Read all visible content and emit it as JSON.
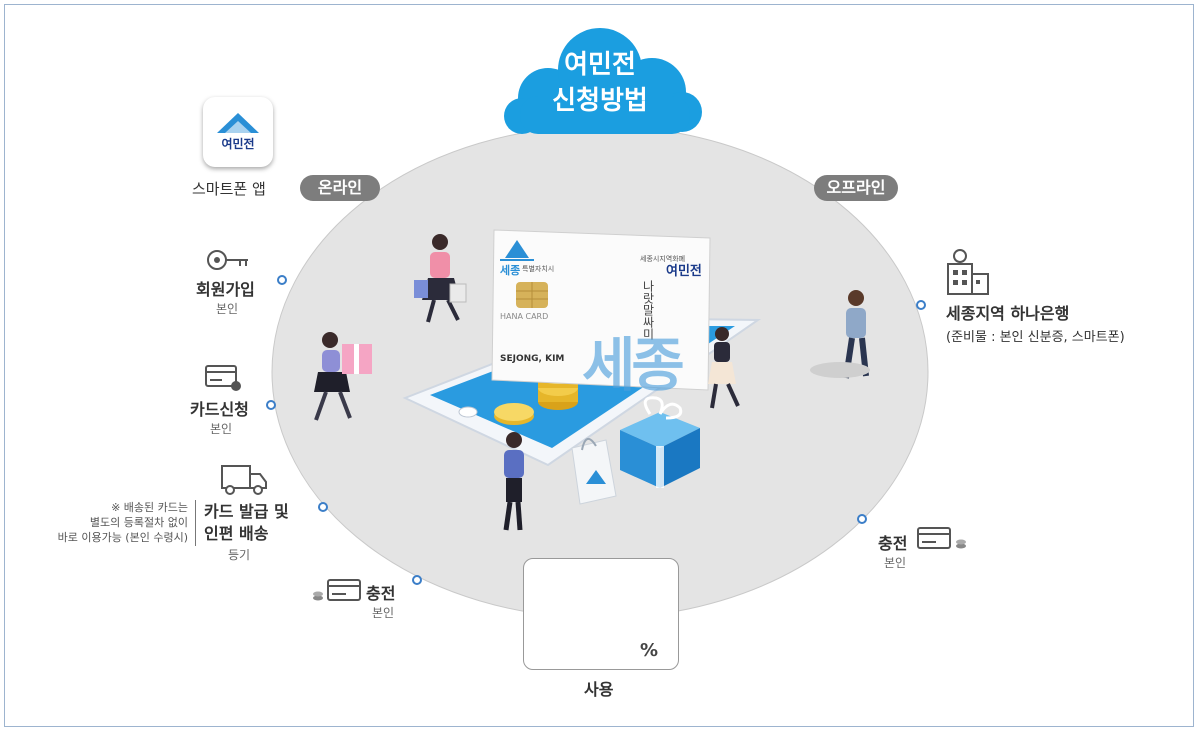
{
  "title": {
    "line1": "여민전",
    "line2": "신청방법"
  },
  "modes": {
    "online": "온라인",
    "offline": "오프라인"
  },
  "app": {
    "name": "스마트폰 앱",
    "logo_text": "여민전"
  },
  "online_steps": [
    {
      "title": "회원가입",
      "sub": "본인"
    },
    {
      "title": "카드신청",
      "sub": "본인"
    },
    {
      "title": "카드 발급 및",
      "title2": "인편 배송",
      "sub": "등기"
    },
    {
      "title": "충전",
      "sub": "본인"
    }
  ],
  "delivery_note": {
    "line1": "※ 배송된 카드는",
    "line2": "별도의 등록절차 없이",
    "line3": "바로 이용가능 (본인 수령시)"
  },
  "offline_steps": {
    "bank": {
      "title": "세종지역 하나은행",
      "sub": "(준비물 : 본인 신분증, 스마트폰)"
    },
    "charge": {
      "title": "충전",
      "sub": "본인"
    }
  },
  "use": {
    "label": "사용",
    "percent": "%"
  },
  "card": {
    "brand": "HANA CARD",
    "holder": "SEJONG, KIM",
    "city": "세종",
    "city_sub": "특별자치시",
    "logo": "여민전",
    "issuer": "세종시지역화폐",
    "calligraphy": "나랏말싸미"
  },
  "big_text": "세종",
  "colors": {
    "circle": "#e4e4e4",
    "cloud": "#1b9ee0",
    "pill": "#7d7d7d",
    "dot": "#3b7ec8",
    "phone_screen": "#2a9be0"
  }
}
